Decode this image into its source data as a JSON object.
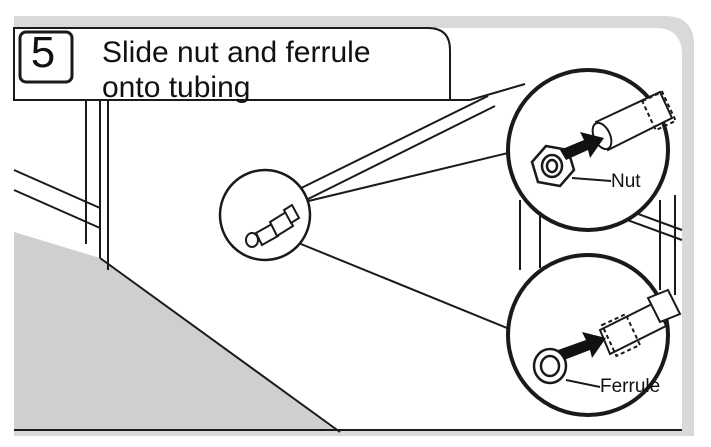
{
  "instruction": {
    "step_number": "5",
    "title_line_1": "Slide nut and ferrule",
    "title_line_2": "onto tubing"
  },
  "callouts": {
    "nut_label": "Nut",
    "ferrule_label": "Ferrule"
  },
  "colors": {
    "line": "#1a1a1a",
    "frame_shadow": "#d9d9d9",
    "floor_shade": "#cfcfcf",
    "background": "#ffffff",
    "arrow_fill": "#111111"
  },
  "icons": [
    "nut-icon",
    "ferrule-icon",
    "tubing-icon",
    "push-arrow-icon",
    "magnifier-circle-icon"
  ]
}
